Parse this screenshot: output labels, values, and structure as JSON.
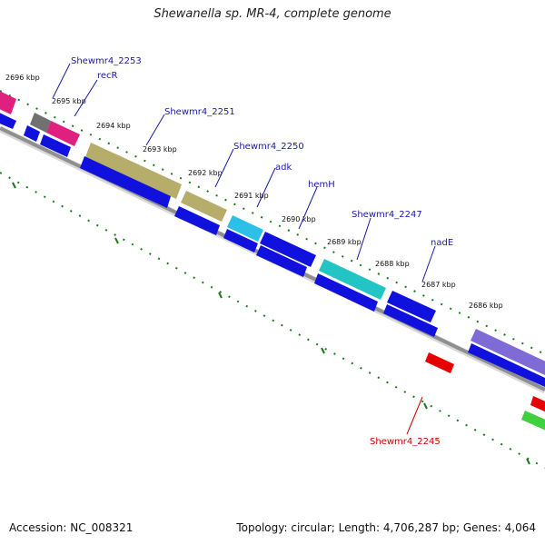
{
  "title": "Shewanella sp. MR-4, complete genome",
  "footer": {
    "accession": "Accession: NC_008321",
    "summary": "Topology: circular; Length: 4,706,287 bp; Genes: 4,064"
  },
  "colors": {
    "backbone": "#8f8f8f",
    "tick": "#1a7a1a",
    "label": "#1a1aa8",
    "label_red": "#cc0000",
    "blue": "#1111dd",
    "magenta": "#e0207f",
    "gray": "#707070",
    "olive": "#b6ad6a",
    "cyan": "#2cc0e8",
    "teal": "#22c4c4",
    "lavender": "#7f6bd6",
    "red": "#e60000",
    "green": "#3fcf3f"
  },
  "kbp_labels": [
    "2696 kbp",
    "2695 kbp",
    "2694 kbp",
    "2693 kbp",
    "2692 kbp",
    "2691 kbp",
    "2690 kbp",
    "2689 kbp",
    "2688 kbp",
    "2687 kbp",
    "2686 kbp"
  ],
  "gene_labels": [
    "Shewmr4_2253",
    "recR",
    "Shewmr4_2251",
    "Shewmr4_2250",
    "adk",
    "hemH",
    "Shewmr4_2247",
    "nadE",
    "Shewmr4_2245"
  ]
}
